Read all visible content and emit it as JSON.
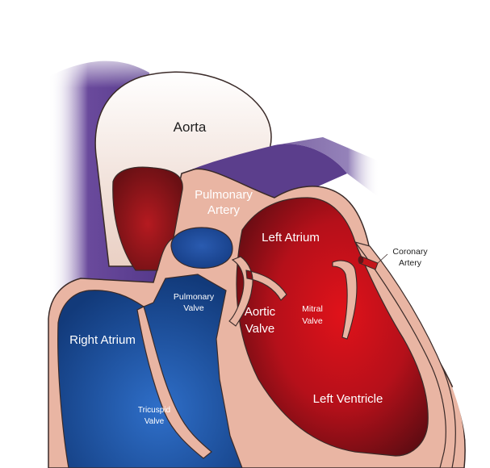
{
  "labels": {
    "aorta": "Aorta",
    "pulmonary_artery_line1": "Pulmonary",
    "pulmonary_artery_line2": "Artery",
    "left_atrium": "Left Atrium",
    "coronary_artery_line1": "Coronary",
    "coronary_artery_line2": "Artery",
    "pulmonary_valve_line1": "Pulmonary",
    "pulmonary_valve_line2": "Valve",
    "aortic_valve_line1": "Aortic",
    "aortic_valve_line2": "Valve",
    "mitral_valve_line1": "Mitral",
    "mitral_valve_line2": "Valve",
    "right_atrium": "Right Atrium",
    "tricuspid_valve_line1": "Tricuspid",
    "tricuspid_valve_line2": "Valve",
    "left_ventricle": "Left Ventricle"
  },
  "colors": {
    "tissue": "#e9b5a3",
    "tissue_outline": "#3a2a28",
    "aorta_wall": "#eed8cf",
    "deoxygenated_blue": "#1d4f9a",
    "oxygenated_red": "#c4141a",
    "dark_red": "#6b0f14",
    "vessel_purple": "#5b3e8c"
  }
}
